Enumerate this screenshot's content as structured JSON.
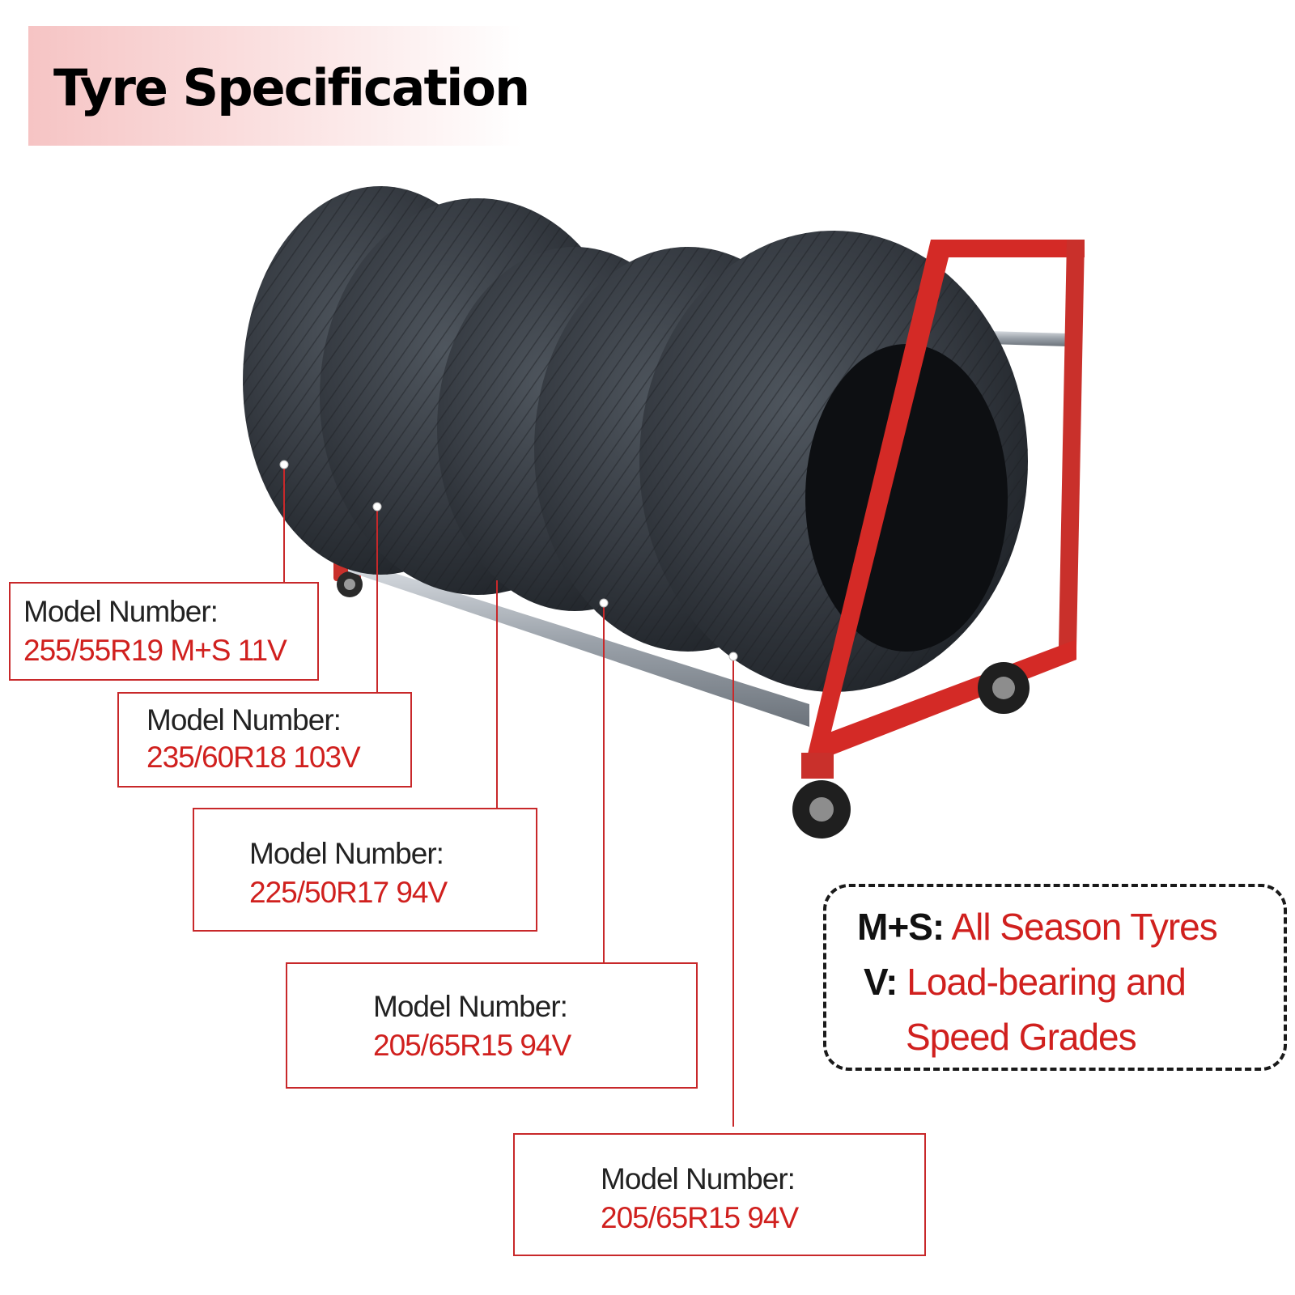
{
  "header": {
    "title": "Tyre Specification"
  },
  "colors": {
    "accent_red": "#d0201e",
    "rack_red": "#d42a26",
    "tyre_dark": "#2d3239"
  },
  "tyres": [
    {
      "label": "Model Number:",
      "value": "255/55R19 M+S  11V"
    },
    {
      "label": "Model Number:",
      "value": "235/60R18 103V"
    },
    {
      "label": "Model Number:",
      "value": "225/50R17 94V"
    },
    {
      "label": "Model Number:",
      "value": "205/65R15 94V"
    },
    {
      "label": "Model Number:",
      "value": "205/65R15 94V"
    }
  ],
  "legend": {
    "ms_key": "M+S:",
    "ms_desc": "All Season Tyres",
    "v_key": "V:",
    "v_desc_line1": "Load-bearing and",
    "v_desc_line2": "Speed Grades"
  }
}
